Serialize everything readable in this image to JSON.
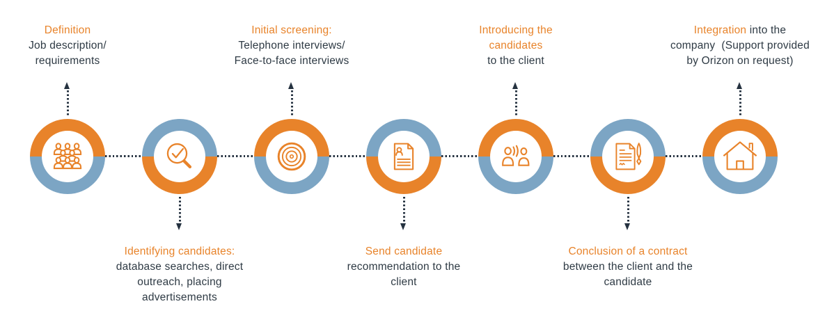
{
  "title": "Recruitment process timeline",
  "colors": {
    "accent": "#E8832A",
    "blue": "#7CA5C4",
    "dark": "#2E3A44",
    "arrow": "#253240"
  },
  "steps": [
    {
      "icon": "people-group-icon",
      "label_position": "above",
      "ring_top": "accent",
      "ring_bottom": "blue",
      "lines": [
        {
          "segments": [
            {
              "text": "Definition",
              "accent": true
            }
          ]
        },
        {
          "segments": [
            {
              "text": "Job description/",
              "accent": false
            }
          ]
        },
        {
          "segments": [
            {
              "text": "requirements",
              "accent": false
            }
          ]
        }
      ]
    },
    {
      "icon": "search-check-icon",
      "label_position": "below",
      "ring_top": "blue",
      "ring_bottom": "accent",
      "lines": [
        {
          "segments": [
            {
              "text": "Identifying candidates:",
              "accent": true
            }
          ]
        },
        {
          "segments": [
            {
              "text": "database searches, direct",
              "accent": false
            }
          ]
        },
        {
          "segments": [
            {
              "text": "outreach, placing",
              "accent": false
            }
          ]
        },
        {
          "segments": [
            {
              "text": "advertisements",
              "accent": false
            }
          ]
        }
      ]
    },
    {
      "icon": "target-icon",
      "label_position": "above",
      "ring_top": "accent",
      "ring_bottom": "blue",
      "lines": [
        {
          "segments": [
            {
              "text": "Initial screening:",
              "accent": true
            }
          ]
        },
        {
          "segments": [
            {
              "text": "Telephone interviews/",
              "accent": false
            }
          ]
        },
        {
          "segments": [
            {
              "text": "Face-to-face interviews",
              "accent": false
            }
          ]
        }
      ]
    },
    {
      "icon": "cv-document-icon",
      "label_position": "below",
      "ring_top": "blue",
      "ring_bottom": "accent",
      "lines": [
        {
          "segments": [
            {
              "text": "Send candidate",
              "accent": true
            }
          ]
        },
        {
          "segments": [
            {
              "text": "recommendation to the",
              "accent": false
            }
          ]
        },
        {
          "segments": [
            {
              "text": "client",
              "accent": false
            }
          ]
        }
      ]
    },
    {
      "icon": "people-talking-icon",
      "label_position": "above",
      "ring_top": "accent",
      "ring_bottom": "blue",
      "lines": [
        {
          "segments": [
            {
              "text": "Introducing the",
              "accent": true
            }
          ]
        },
        {
          "segments": [
            {
              "text": "candidates",
              "accent": true
            }
          ]
        },
        {
          "segments": [
            {
              "text": "to the client",
              "accent": false
            }
          ]
        }
      ]
    },
    {
      "icon": "contract-pen-icon",
      "label_position": "below",
      "ring_top": "blue",
      "ring_bottom": "accent",
      "lines": [
        {
          "segments": [
            {
              "text": "Conclusion of a contract",
              "accent": true
            }
          ]
        },
        {
          "segments": [
            {
              "text": "between the client and the",
              "accent": false
            }
          ]
        },
        {
          "segments": [
            {
              "text": "candidate",
              "accent": false
            }
          ]
        }
      ]
    },
    {
      "icon": "house-icon",
      "label_position": "above",
      "ring_top": "accent",
      "ring_bottom": "blue",
      "lines": [
        {
          "segments": [
            {
              "text": "Integration",
              "accent": true
            },
            {
              "text": " into the",
              "accent": false
            }
          ]
        },
        {
          "segments": [
            {
              "text": "company  (Support provided",
              "accent": false
            }
          ]
        },
        {
          "segments": [
            {
              "text": "by Orizon on request)",
              "accent": false
            }
          ]
        }
      ]
    }
  ]
}
